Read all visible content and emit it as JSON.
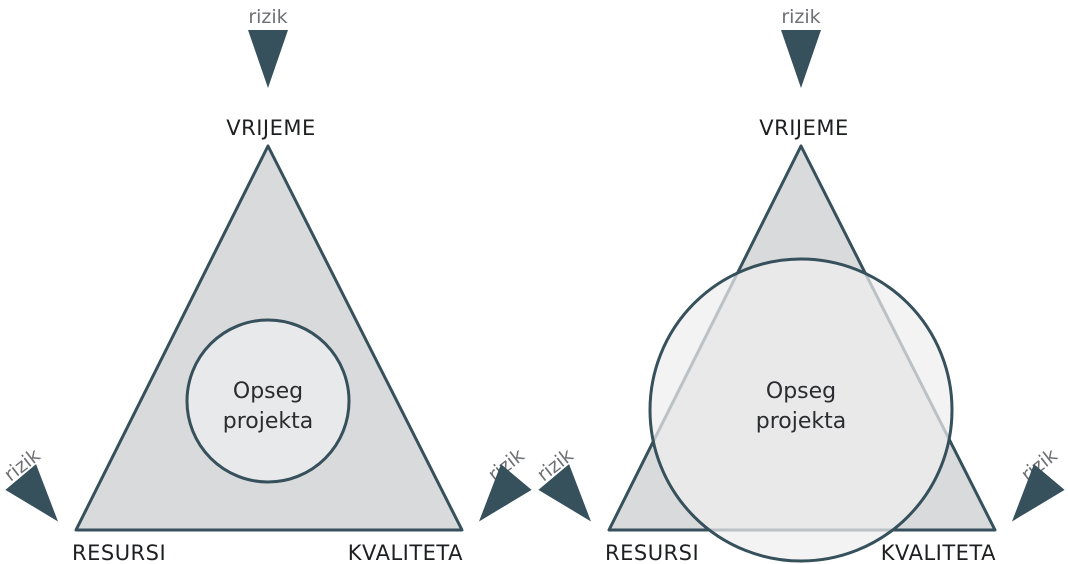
{
  "colors": {
    "triangle_fill": "#d9dadb",
    "stroke": "#36505c",
    "arrow": "#36505c",
    "circle_fill": "#e8e9ea",
    "large_circle_fill": "rgba(238,239,240,0.72)"
  },
  "diagrams": [
    {
      "labels": {
        "top": "VRIJEME",
        "left": "RESURSI",
        "right": "KVALITETA"
      },
      "risk": {
        "top": "rizik",
        "left": "rizik",
        "right": "rizik"
      },
      "scope": {
        "line1": "Opseg",
        "line2": "projekta"
      }
    },
    {
      "labels": {
        "top": "VRIJEME",
        "left": "RESURSI",
        "right": "KVALITETA"
      },
      "risk": {
        "top": "rizik",
        "left": "rizik",
        "right": "rizik"
      },
      "scope": {
        "line1": "Opseg",
        "line2": "projekta"
      }
    }
  ]
}
